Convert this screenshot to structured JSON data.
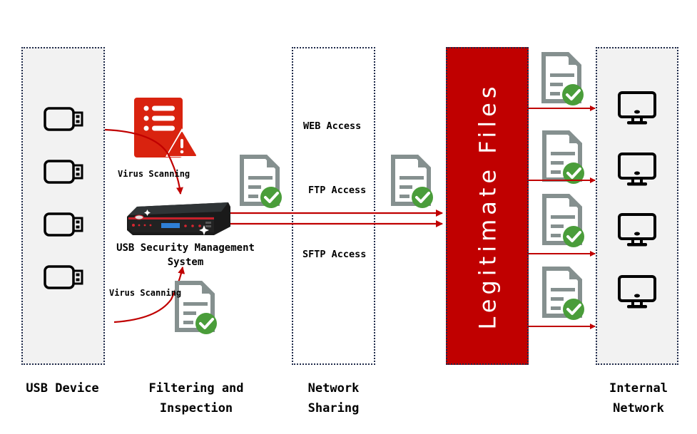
{
  "columns": {
    "usb_device": "USB Device",
    "filtering_line1": "Filtering and",
    "filtering_line2": "Inspection",
    "network_line1": "Network",
    "network_line2": "Sharing",
    "internal_line1": "Internal",
    "internal_line2": "Network"
  },
  "legitimate_files_label": "Legitimate Files",
  "virus_scanning_top": "Virus Scanning",
  "virus_scanning_bottom": "Virus Scanning",
  "device": {
    "line1": "USB Security Management",
    "line2": "System"
  },
  "access": {
    "web": "WEB Access",
    "ftp": "FTP Access",
    "sftp": "SFTP Access"
  },
  "icons": {
    "usb_count": 4,
    "monitor_count": 4,
    "verified_file_outputs": 4
  },
  "colors": {
    "accent_red": "#c00000",
    "arrow_red": "#c00000",
    "alert_red": "#d9230f",
    "doc_gray": "#85908f",
    "check_green": "#4a9d3a",
    "panel_gray": "#f2f2f2",
    "border_navy": "#1f2a4a"
  }
}
